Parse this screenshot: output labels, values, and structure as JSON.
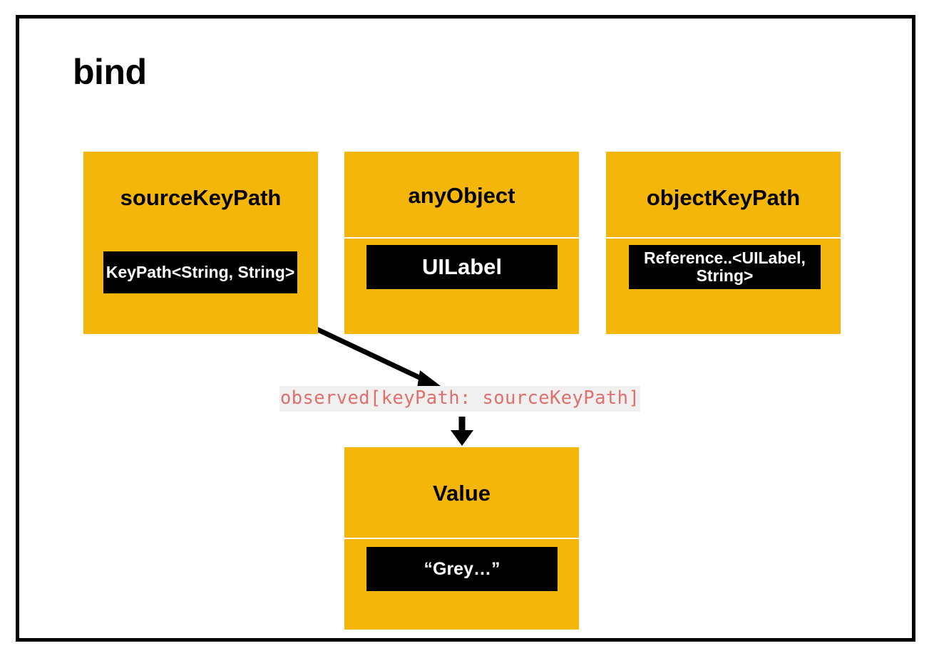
{
  "slide": {
    "title": "bind",
    "accent_color": "#F5B60C",
    "chip_color": "#000000",
    "border_color": "#000000",
    "background_color": "#FFFFFF"
  },
  "nodes": [
    {
      "id": "sourceKeyPath",
      "header": "sourceKeyPath",
      "chip": "KeyPath<String, String>"
    },
    {
      "id": "anyObject",
      "header": "anyObject",
      "chip": "UILabel"
    },
    {
      "id": "objectKeyPath",
      "header": "objectKeyPath",
      "chip": "Reference..<UILabel, String>"
    },
    {
      "id": "value",
      "header": "Value",
      "chip": "“Grey…”"
    }
  ],
  "code": {
    "expression": "observed[keyPath: sourceKeyPath]",
    "text_color": "#E0706B",
    "background_color": "#F0F0F0"
  },
  "arrows": [
    {
      "id": "sourceKeyPath-to-code",
      "from": "sourceKeyPath",
      "to": "code-expression"
    },
    {
      "id": "code-to-value",
      "from": "code-expression",
      "to": "value"
    }
  ]
}
